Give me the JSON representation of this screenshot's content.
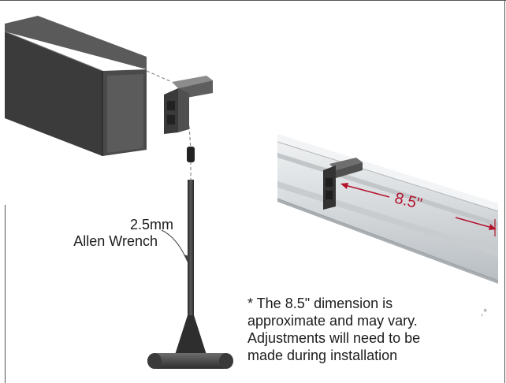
{
  "wrench_label": {
    "line1": "2.5mm",
    "line2": "Allen Wrench"
  },
  "dimension": {
    "value": "8.5\""
  },
  "note": {
    "line1": "* The 8.5\" dimension is",
    "line2": "approximate and may vary.",
    "line3": "Adjustments will need to be",
    "line4": "made during installation"
  },
  "colors": {
    "dimension": "#b3122d",
    "track_dark": "#3f3f3f",
    "track_rail": "#cfd3d6",
    "text": "#1c1c1c"
  }
}
